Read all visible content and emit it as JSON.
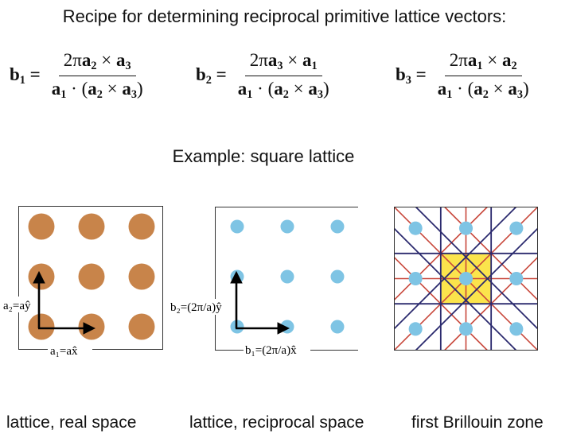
{
  "title": "Recipe for determining reciprocal primitive lattice vectors:",
  "formulas": [
    {
      "lhs": "b",
      "sub": "1",
      "num": [
        "2π",
        "a",
        "2",
        " × ",
        "a",
        "3"
      ],
      "den": [
        "a",
        "1",
        " · (",
        "a",
        "2",
        " × ",
        "a",
        "3",
        ")"
      ]
    },
    {
      "lhs": "b",
      "sub": "2",
      "num": [
        "2π",
        "a",
        "3",
        " × ",
        "a",
        "1"
      ],
      "den": [
        "a",
        "1",
        " · (",
        "a",
        "2",
        " × ",
        "a",
        "3",
        ")"
      ]
    },
    {
      "lhs": "b",
      "sub": "3",
      "num": [
        "2π",
        "a",
        "1",
        " × ",
        "a",
        "2"
      ],
      "den": [
        "a",
        "1",
        " · (",
        "a",
        "2",
        " × ",
        "a",
        "3",
        ")"
      ]
    }
  ],
  "example": "Example: square lattice",
  "panels": {
    "real": {
      "caption": "lattice, real space",
      "a1_label": "a₁=ax̂",
      "a2_label": "a₂=aŷ",
      "dot_color": "#C8844A"
    },
    "reciprocal": {
      "caption": "lattice, reciprocal space",
      "b1_label": "b₁=(2π/a)x̂",
      "b2_label": "b₂=(2π/a)ŷ",
      "dot_color": "#7EC4E4"
    },
    "brillouin": {
      "caption": "first Brillouin zone",
      "zone_color": "#FBE44C",
      "bisector_color": "#2B2A6E",
      "axis_color": "#C8473B"
    }
  }
}
